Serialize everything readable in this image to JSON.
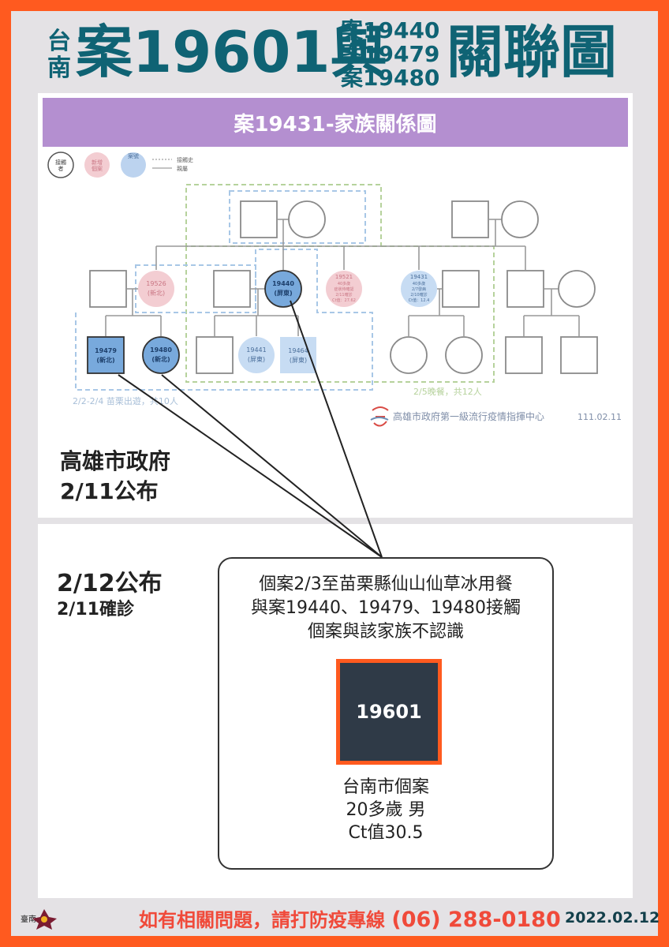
{
  "header": {
    "prefix_top": "台",
    "prefix_bottom": "南",
    "main_title": "案19601與",
    "related_cases": [
      "案19440",
      "案19479",
      "案19480"
    ],
    "suffix": "關聯圖"
  },
  "family_chart": {
    "title": "案19431-家族關係圖",
    "legend": {
      "contact_label": "接觸\n者",
      "new_case_label": "新增\n個案",
      "existing_case_label": "案號",
      "line_contact": "接觸史",
      "line_relation": "親屬"
    },
    "cases": {
      "c19526": {
        "id": "19526",
        "place": "(新北)"
      },
      "c19440": {
        "id": "19440",
        "place": "(屏東)"
      },
      "c19521": {
        "id": "19521",
        "detail": [
          "40多歲",
          "症狀待確認",
          "2/11確診",
          "Ct值：27.62"
        ]
      },
      "c19431": {
        "id": "19431",
        "detail": [
          "40多歲",
          "2/7發病",
          "2/10確診",
          "Ct值：12.4"
        ]
      },
      "c19479": {
        "id": "19479",
        "place": "(新北)"
      },
      "c19480": {
        "id": "19480",
        "place": "(新北)"
      },
      "c19441": {
        "id": "19441",
        "place": "(屏東)"
      },
      "c19464": {
        "id": "19464",
        "place": "(屏東)"
      }
    },
    "group_note_left": "2/2-2/4 苗栗出遊，共10人",
    "group_note_right": "2/5晚餐，共12人",
    "source": "高雄市政府第一級流行疫情指揮中心",
    "source_date": "111.02.11"
  },
  "gov_announcement": {
    "line1": "高雄市政府",
    "line2": "2/11公布"
  },
  "tainan_announcement": {
    "line1": "2/12公布",
    "line2": "2/11確診"
  },
  "case_box": {
    "desc": [
      "個案2/3至苗栗縣仙山仙草冰用餐",
      "與案19440、19479、19480接觸",
      "個案與該家族不認識"
    ],
    "case_id": "19601",
    "info": [
      "台南市個案",
      "20多歲 男",
      "Ct值30.5"
    ]
  },
  "footer": {
    "logo_text": "臺南",
    "hotline_prefix": "如有相關問題，請打防疫專線",
    "hotline_number": "(06) 288-0180",
    "date": "2022.02.12"
  },
  "colors": {
    "orange": "#ff5a1f",
    "teal": "#0f6374",
    "purple": "#b48fd0",
    "blue": "#78a9dc",
    "pink": "#f0c6cc"
  }
}
